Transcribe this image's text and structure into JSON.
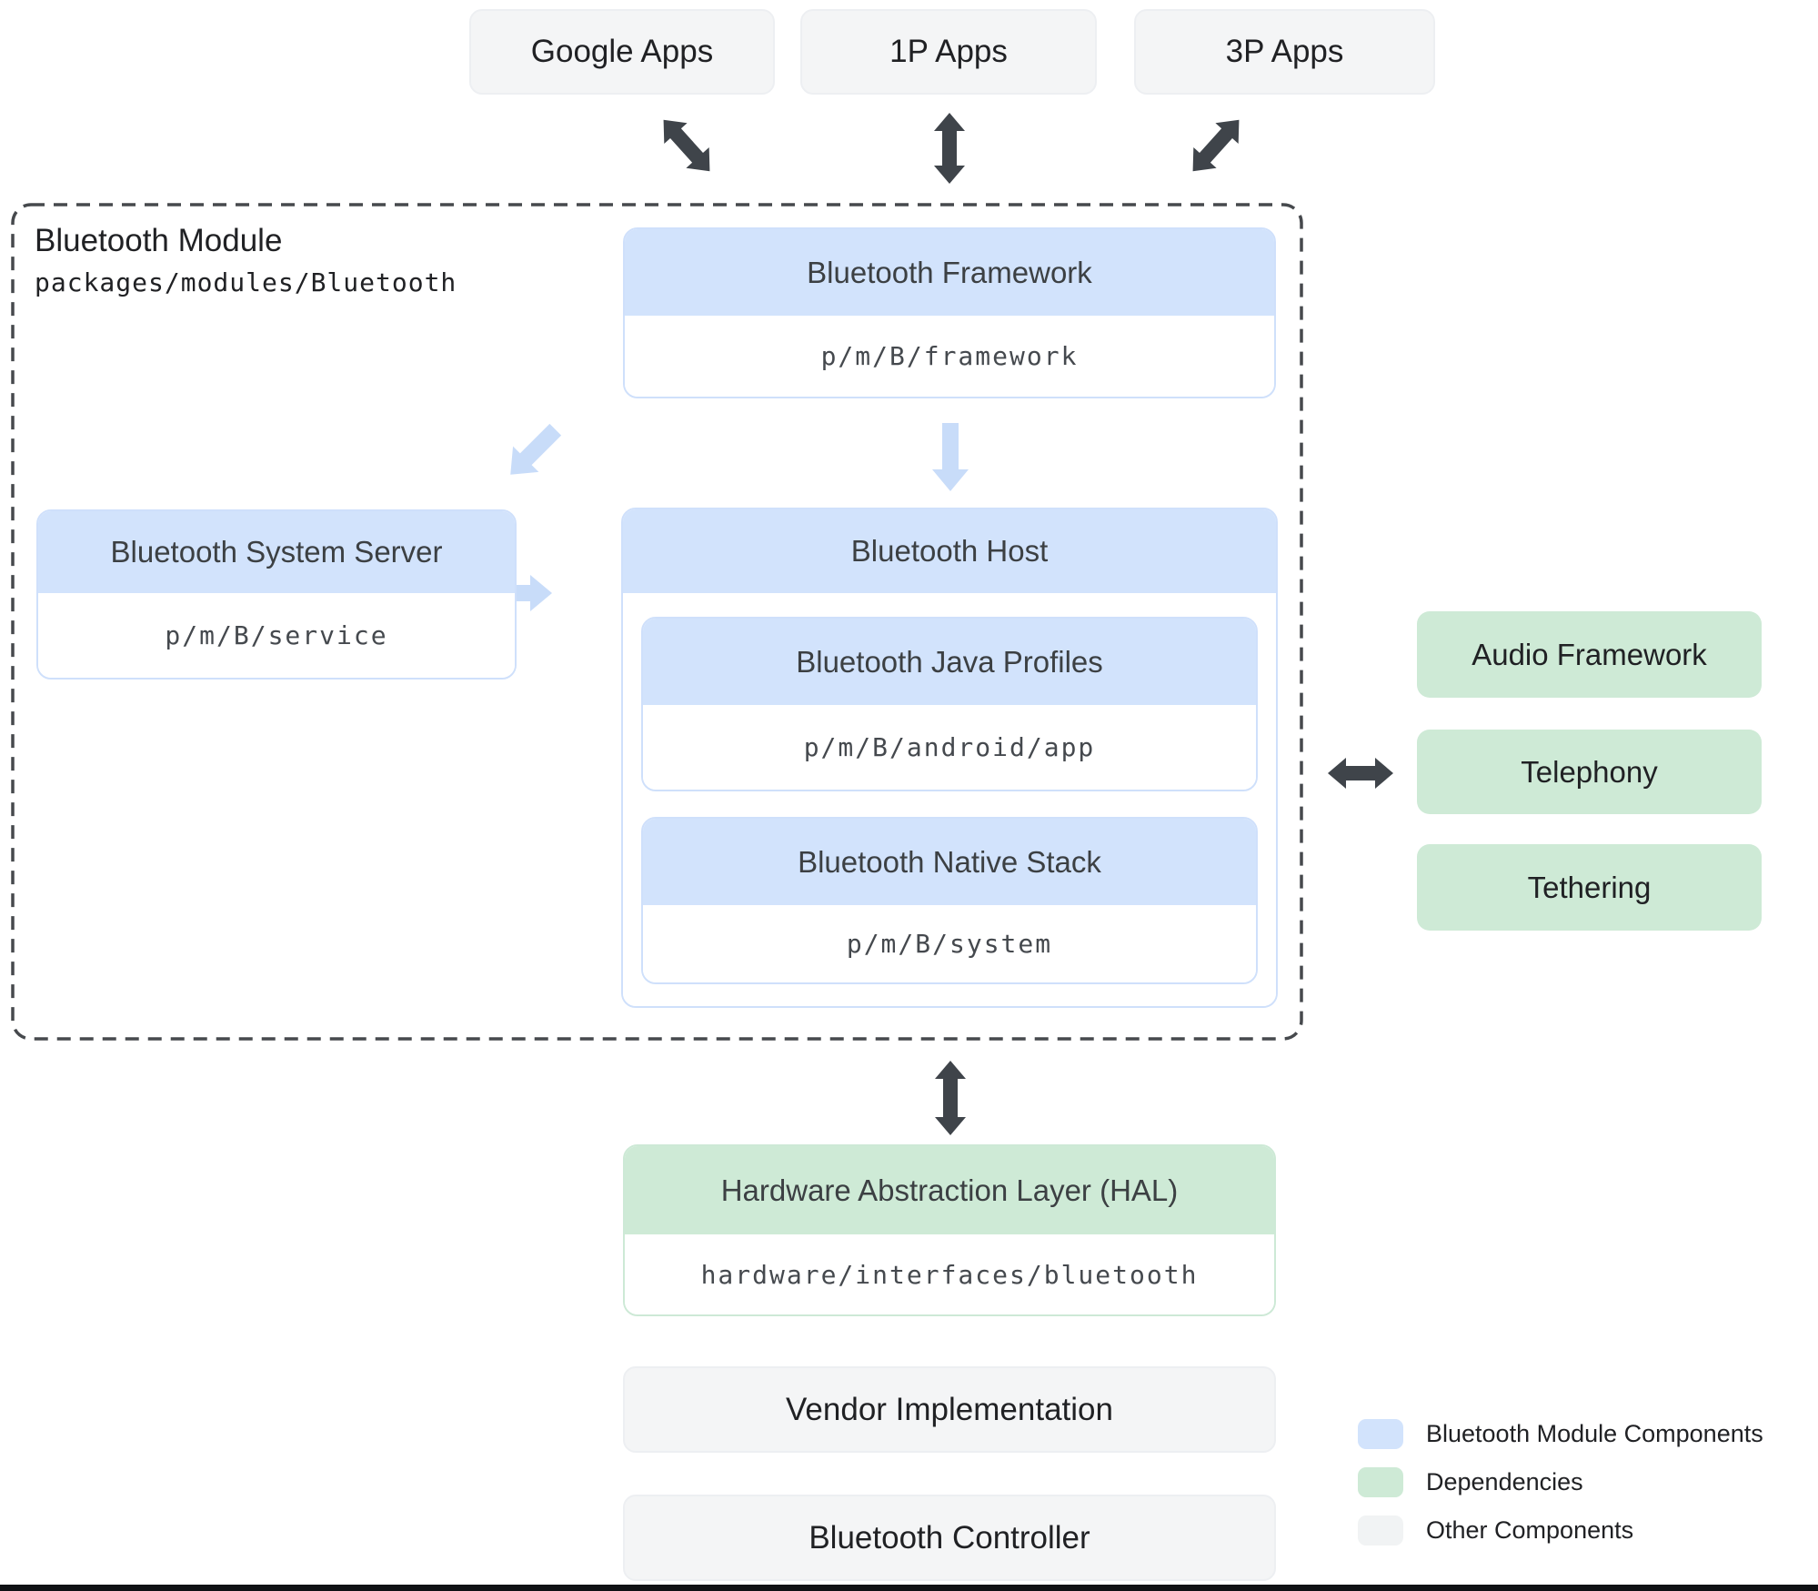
{
  "apps": {
    "items": [
      {
        "label": "Google Apps"
      },
      {
        "label": "1P Apps"
      },
      {
        "label": "3P Apps"
      }
    ]
  },
  "module": {
    "title": "Bluetooth Module",
    "path": "packages/modules/Bluetooth",
    "framework": {
      "title": "Bluetooth Framework",
      "path": "p/m/B/framework"
    },
    "system_server": {
      "title": "Bluetooth System Server",
      "path": "p/m/B/service"
    },
    "host": {
      "title": "Bluetooth Host",
      "java_profiles": {
        "title": "Bluetooth Java Profiles",
        "path": "p/m/B/android/app"
      },
      "native_stack": {
        "title": "Bluetooth Native Stack",
        "path": "p/m/B/system"
      }
    }
  },
  "dependencies": {
    "items": [
      {
        "label": "Audio Framework"
      },
      {
        "label": "Telephony"
      },
      {
        "label": "Tethering"
      }
    ]
  },
  "hal": {
    "title": "Hardware Abstraction Layer (HAL)",
    "path": "hardware/interfaces/bluetooth"
  },
  "others": {
    "items": [
      {
        "label": "Vendor Implementation"
      },
      {
        "label": "Bluetooth Controller"
      }
    ]
  },
  "legend": {
    "items": [
      {
        "label": "Bluetooth Module Components",
        "color": "#d2e3fc"
      },
      {
        "label": "Dependencies",
        "color": "#ceead6"
      },
      {
        "label": "Other Components",
        "color": "#f1f3f4"
      }
    ]
  },
  "colors": {
    "module_component": "#d2e3fc",
    "dependency": "#ceead6",
    "other_component": "#f1f3f4",
    "dark_arrow": "#3f444a",
    "light_arrow": "#c8dcf9",
    "dashed_border": "#46494d"
  }
}
